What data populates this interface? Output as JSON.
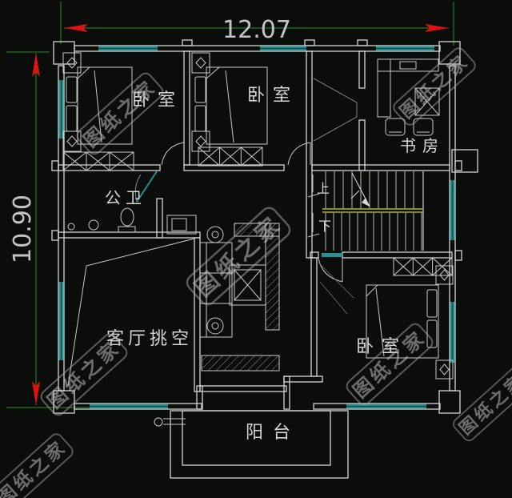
{
  "meta": {
    "width_label": "12.07",
    "height_label": "10.90"
  },
  "rooms": {
    "bedroom_top_left": "卧室",
    "bedroom_top_middle": "卧室",
    "study": "书房",
    "bathroom": "公卫",
    "living_void": "客厅挑空",
    "bedroom_bottom_right": "卧室",
    "balcony": "阳台"
  },
  "stairs": {
    "up": "上",
    "down": "下"
  },
  "watermark": {
    "text": "图纸之家"
  },
  "colors": {
    "background": "#0b0d0b",
    "wall_line": "#d4d4d4",
    "window": "#2b8f8f",
    "dimension_line": "#2e8b2e",
    "dimension_arrow": "#e11212",
    "dimension_text": "#c4c4c4",
    "stair_tread": "#b9bdb0",
    "stair_landing": "#b5b53a",
    "label_text": "#d6d6d6",
    "watermark_text": "#bebebe"
  }
}
